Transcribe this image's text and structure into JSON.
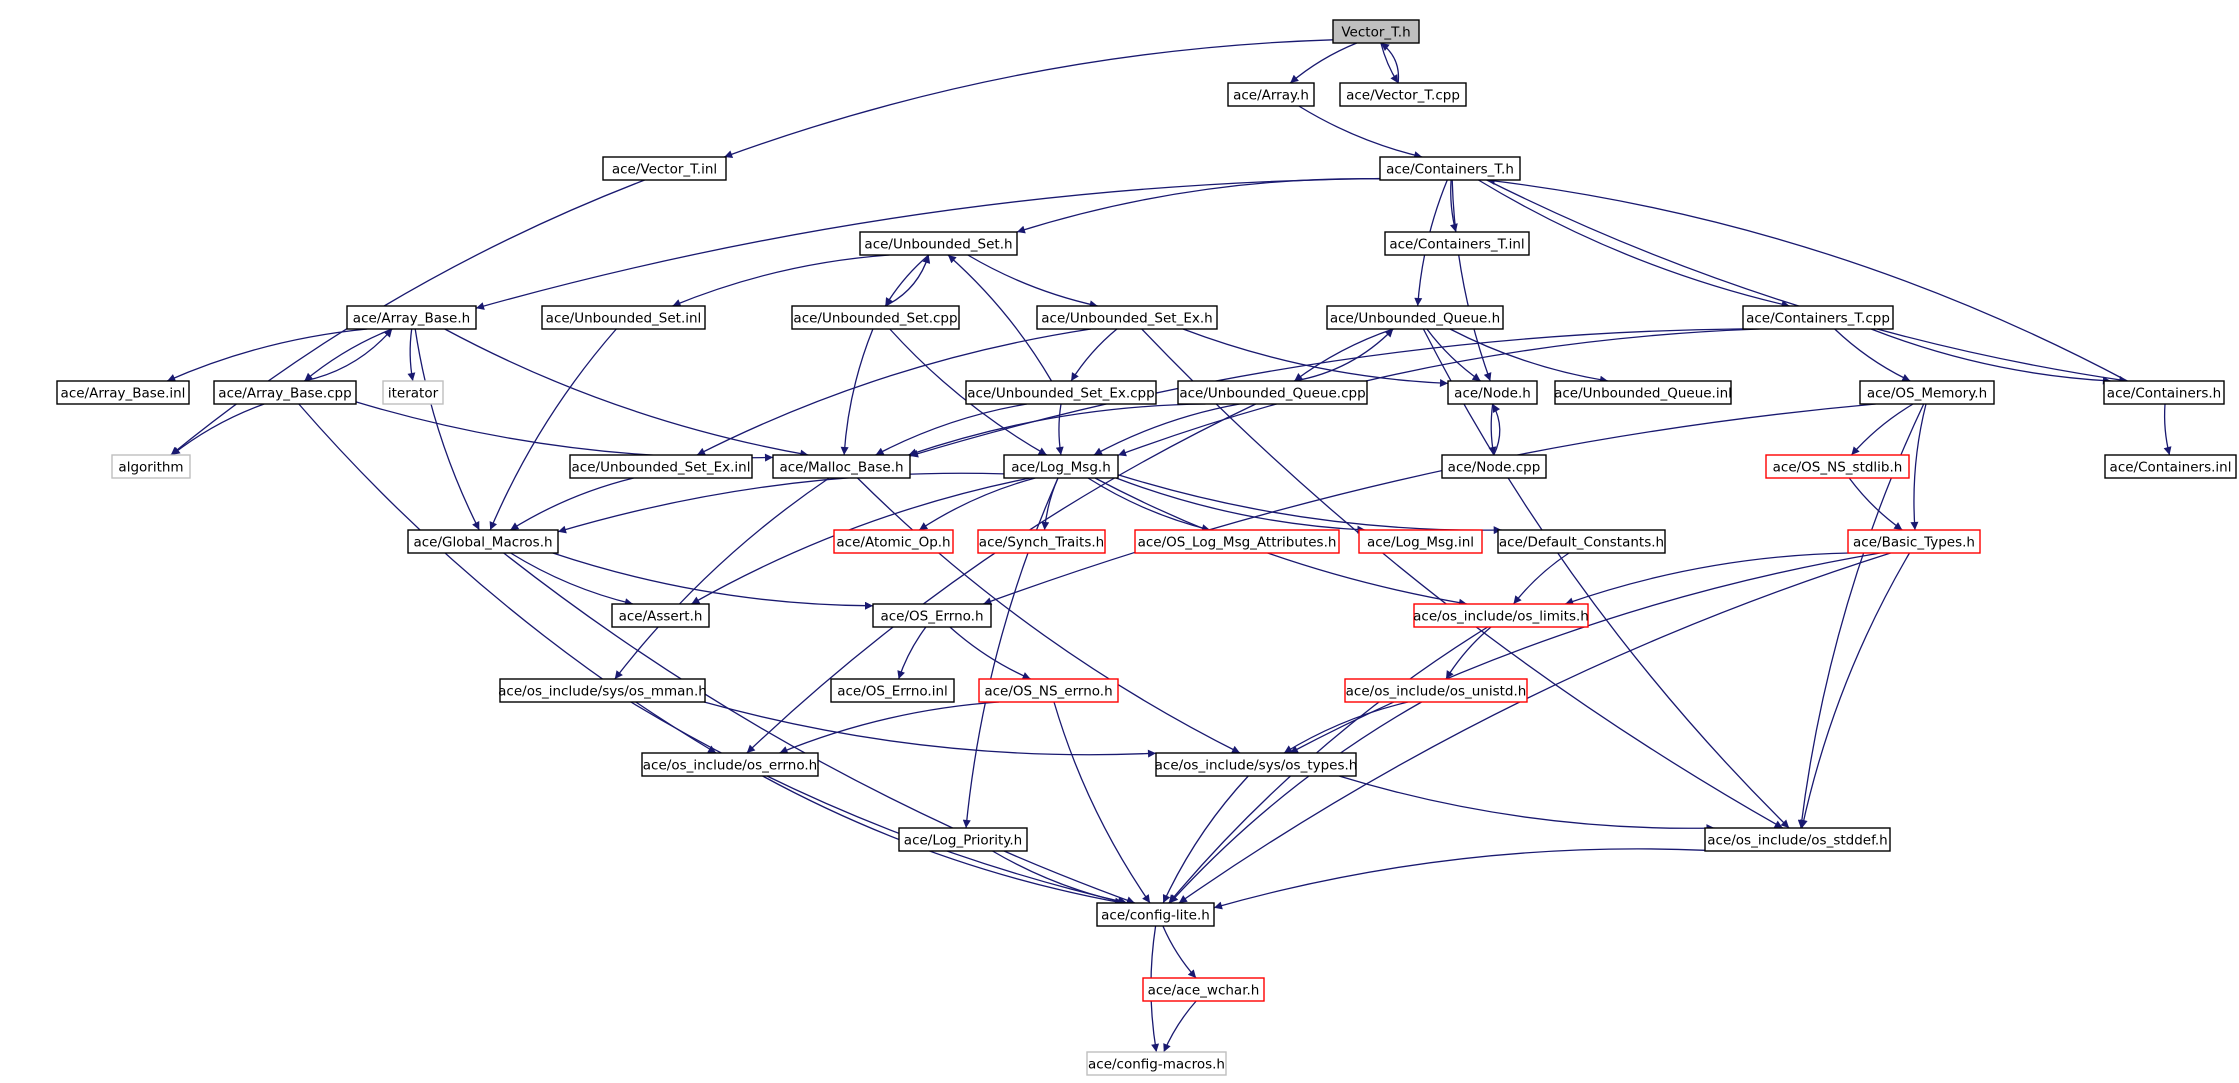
{
  "title": "Vector_T.h",
  "colors": {
    "edge": "#191970",
    "root_fill": "#bfbfbf",
    "normal_border": "#000000",
    "missing_doc_border": "#ff0000",
    "external_border": "#bfbfbf"
  },
  "nodes": [
    {
      "id": "vector_t_h",
      "label": "Vector_T.h",
      "style": "root"
    },
    {
      "id": "ace_array_h",
      "label": "ace/Array.h",
      "style": "normal"
    },
    {
      "id": "ace_vector_t_cpp",
      "label": "ace/Vector_T.cpp",
      "style": "normal"
    },
    {
      "id": "ace_vector_t_inl",
      "label": "ace/Vector_T.inl",
      "style": "normal"
    },
    {
      "id": "ace_containers_t_h",
      "label": "ace/Containers_T.h",
      "style": "normal"
    },
    {
      "id": "ace_unbounded_set_h",
      "label": "ace/Unbounded_Set.h",
      "style": "normal"
    },
    {
      "id": "ace_containers_t_inl",
      "label": "ace/Containers_T.inl",
      "style": "normal"
    },
    {
      "id": "ace_array_base_h",
      "label": "ace/Array_Base.h",
      "style": "normal"
    },
    {
      "id": "ace_unbounded_set_inl",
      "label": "ace/Unbounded_Set.inl",
      "style": "normal"
    },
    {
      "id": "ace_unbounded_set_cpp",
      "label": "ace/Unbounded_Set.cpp",
      "style": "normal"
    },
    {
      "id": "ace_unbounded_set_ex_h",
      "label": "ace/Unbounded_Set_Ex.h",
      "style": "normal"
    },
    {
      "id": "ace_unbounded_queue_h",
      "label": "ace/Unbounded_Queue.h",
      "style": "normal"
    },
    {
      "id": "ace_containers_t_cpp",
      "label": "ace/Containers_T.cpp",
      "style": "normal"
    },
    {
      "id": "ace_array_base_inl",
      "label": "ace/Array_Base.inl",
      "style": "normal"
    },
    {
      "id": "ace_array_base_cpp",
      "label": "ace/Array_Base.cpp",
      "style": "normal"
    },
    {
      "id": "iterator",
      "label": "iterator",
      "style": "external"
    },
    {
      "id": "ace_unbounded_set_ex_cpp",
      "label": "ace/Unbounded_Set_Ex.cpp",
      "style": "normal"
    },
    {
      "id": "ace_unbounded_queue_cpp",
      "label": "ace/Unbounded_Queue.cpp",
      "style": "normal"
    },
    {
      "id": "ace_node_h",
      "label": "ace/Node.h",
      "style": "normal"
    },
    {
      "id": "ace_unbounded_queue_inl",
      "label": "ace/Unbounded_Queue.inl",
      "style": "normal"
    },
    {
      "id": "ace_os_memory_h",
      "label": "ace/OS_Memory.h",
      "style": "normal"
    },
    {
      "id": "ace_containers_h",
      "label": "ace/Containers.h",
      "style": "normal"
    },
    {
      "id": "algorithm",
      "label": "algorithm",
      "style": "external"
    },
    {
      "id": "ace_unbounded_set_ex_inl",
      "label": "ace/Unbounded_Set_Ex.inl",
      "style": "normal"
    },
    {
      "id": "ace_malloc_base_h",
      "label": "ace/Malloc_Base.h",
      "style": "normal"
    },
    {
      "id": "ace_log_msg_h",
      "label": "ace/Log_Msg.h",
      "style": "normal"
    },
    {
      "id": "ace_node_cpp",
      "label": "ace/Node.cpp",
      "style": "normal"
    },
    {
      "id": "ace_os_ns_stdlib_h",
      "label": "ace/OS_NS_stdlib.h",
      "style": "missing"
    },
    {
      "id": "ace_containers_inl",
      "label": "ace/Containers.inl",
      "style": "normal"
    },
    {
      "id": "ace_global_macros_h",
      "label": "ace/Global_Macros.h",
      "style": "normal"
    },
    {
      "id": "ace_atomic_op_h",
      "label": "ace/Atomic_Op.h",
      "style": "missing"
    },
    {
      "id": "ace_synch_traits_h",
      "label": "ace/Synch_Traits.h",
      "style": "missing"
    },
    {
      "id": "ace_os_log_msg_attributes_h",
      "label": "ace/OS_Log_Msg_Attributes.h",
      "style": "missing"
    },
    {
      "id": "ace_log_msg_inl",
      "label": "ace/Log_Msg.inl",
      "style": "missing"
    },
    {
      "id": "ace_default_constants_h",
      "label": "ace/Default_Constants.h",
      "style": "normal"
    },
    {
      "id": "ace_basic_types_h",
      "label": "ace/Basic_Types.h",
      "style": "missing"
    },
    {
      "id": "ace_assert_h",
      "label": "ace/Assert.h",
      "style": "normal"
    },
    {
      "id": "ace_os_errno_h",
      "label": "ace/OS_Errno.h",
      "style": "normal"
    },
    {
      "id": "ace_os_include_os_limits_h",
      "label": "ace/os_include/os_limits.h",
      "style": "missing"
    },
    {
      "id": "ace_os_include_sys_os_mman_h",
      "label": "ace/os_include/sys/os_mman.h",
      "style": "normal"
    },
    {
      "id": "ace_os_errno_inl",
      "label": "ace/OS_Errno.inl",
      "style": "normal"
    },
    {
      "id": "ace_os_ns_errno_h",
      "label": "ace/OS_NS_errno.h",
      "style": "missing"
    },
    {
      "id": "ace_os_include_os_unistd_h",
      "label": "ace/os_include/os_unistd.h",
      "style": "missing"
    },
    {
      "id": "ace_os_include_os_errno_h",
      "label": "ace/os_include/os_errno.h",
      "style": "normal"
    },
    {
      "id": "ace_os_include_sys_os_types_h",
      "label": "ace/os_include/sys/os_types.h",
      "style": "normal"
    },
    {
      "id": "ace_log_priority_h",
      "label": "ace/Log_Priority.h",
      "style": "normal"
    },
    {
      "id": "ace_os_include_os_stddef_h",
      "label": "ace/os_include/os_stddef.h",
      "style": "normal"
    },
    {
      "id": "ace_config_lite_h",
      "label": "ace/config-lite.h",
      "style": "normal"
    },
    {
      "id": "ace_ace_wchar_h",
      "label": "ace/ace_wchar.h",
      "style": "missing"
    },
    {
      "id": "ace_config_macros_h",
      "label": "ace/config-macros.h",
      "style": "external"
    }
  ]
}
